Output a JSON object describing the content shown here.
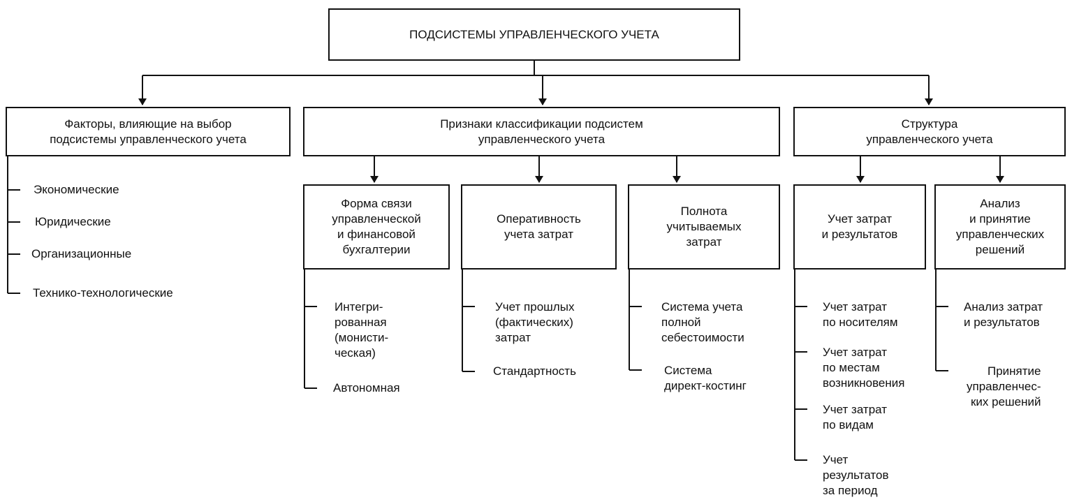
{
  "root": {
    "title": "ПОДСИСТЕМЫ УПРАВЛЕНЧЕСКОГО УЧЕТА"
  },
  "factors": {
    "title": "Факторы, влияющие на выбор\nподсистемы управленческого учета",
    "items": [
      "Экономические",
      "Юридические",
      "Организационные",
      "Технико-технологические"
    ]
  },
  "classification": {
    "title": "Признаки классификации подсистем\nуправленческого учета",
    "children": [
      {
        "title": "Форма связи\nуправленческой\nи финансовой\nбухгалтерии",
        "items": [
          "Интегри-\nрованная\n(монисти-\nческая)",
          "Автономная"
        ]
      },
      {
        "title": "Оперативность\nучета затрат",
        "items": [
          "Учет прошлых\n(фактических)\nзатрат",
          "Стандартность"
        ]
      },
      {
        "title": "Полнота\nучитываемых\nзатрат",
        "items": [
          "Система учета\nполной\nсебестоимости",
          "Система\nдирект-костинг"
        ]
      }
    ]
  },
  "structure": {
    "title": "Структура\nуправленческого учета",
    "children": [
      {
        "title": "Учет затрат\nи результатов",
        "items": [
          "Учет затрат\nпо носителям",
          "Учет затрат\nпо местам\nвозникновения",
          "Учет затрат\nпо видам",
          "Учет\nрезультатов\nза период"
        ]
      },
      {
        "title": "Анализ\nи принятие\nуправленческих\nрешений",
        "items": [
          "Анализ затрат\nи результатов",
          "Принятие\nуправленчес-\nких решений"
        ]
      }
    ]
  }
}
